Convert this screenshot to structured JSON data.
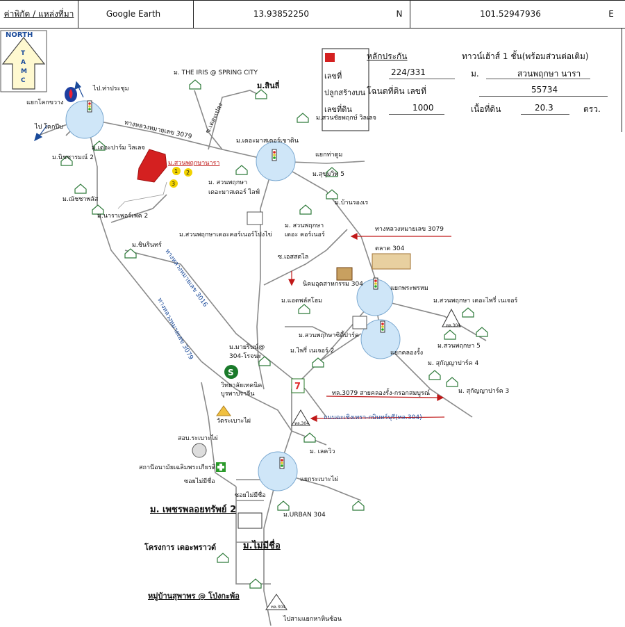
{
  "header": {
    "coord_label": "ค่าพิกัด / แหล่งที่มา",
    "source": "Google Earth",
    "lat": "13.93852250",
    "n": "N",
    "lon": "101.52947936",
    "e": "E"
  },
  "info_box": {
    "col_label": "หลักประกัน",
    "property_type": "ทาวน์เฮ้าส์ 1 ชั้น(พร้อมส่วนต่อเติม)",
    "house_no": "224/331",
    "moo_label": "ม.",
    "project": "สวนพฤกษา นารา",
    "deed_label": "โฉนดที่ดิน เลขที่",
    "deed_no": "55734",
    "land_label": "ที่ดิน",
    "land_no": "1000",
    "area_label": "เนื้อที่ดิน",
    "area_value": "20.3",
    "area_unit": "ตรว.",
    "legend_1": "เลขที่",
    "legend_2": "ปลูกสร้างบน",
    "legend_3": "เลขที่ดิน"
  },
  "north": {
    "top": "NORTH",
    "letters": [
      "T",
      "A",
      "M",
      "C"
    ]
  },
  "labels": {
    "to_tha_prachum": "ไป.ท่าประชุม",
    "yaek_khok_khwang": "แยกโคกขวาง",
    "to_khok_pip": "ไป โคกปีบ",
    "the_palm": "ม.เดอะปาร์ม วิลเลจ",
    "nitcharee": "ม.นิชชารมณ์ 2",
    "the_iris": "ม. THE IRIS @ SPRING CITY",
    "m_sinlee": "ม.สินลี่",
    "soi_deuang": "ซ.เดอะเปลง",
    "m_suan_chai": "ม.สวนชัยพฤกษ์ วิลเลจ",
    "highway_3079_top": "ทางหลวงหมายเลข 3079",
    "master_khao_din": "ม.เดอะมาสเตอร์เขาดิน",
    "suan_pruksa_nara": "ม.สวนพฤกษานารา",
    "yaek_tha_toom": "แยกท่าตูม",
    "sukhumvit5": "ม.สุขุมวิท 5",
    "ban_rong": "ม.บ้านรองเร",
    "suan_pruksa_master1": "ม. สวนพฤกษา",
    "suan_pruksa_master2": "เดอะมาสเตอร์ ไลฟ์",
    "nattha": "ม.ณัชชาพลัส",
    "naraa_2": "ม.นาราเพอร์เฟค 2",
    "suan_pruksa_corner1": "ม. สวนพฤกษา",
    "suan_pruksa_corner2": "เดอะ คอร์เนอร์",
    "suan_pruksa_corner_bp": "ม.สวนพฤกษาเดอะคอร์เนอร์โปงไข่",
    "highway_3079_right": "ทางหลวงหมายเลข 3079",
    "talad_304": "ตลาด 304",
    "m_chinnin": "ม.ชินรินทร์",
    "highway_3016": "ทางหลวงหมายเลข 3016",
    "soi_es": "ซ.เอสสตไล",
    "nikom": "นิคมอุตสาหกรรม 304",
    "yaek_phra_phrom": "แยกพระพรหม",
    "suan_pruksa_botree": "ม.สวนพฤกษา เดอะไพรี่ เนเจอร์",
    "highway_3079_left": "ทางหลวงหมายเลข 3079",
    "m_plus_home": "ม.แอดพลัสโฮม",
    "suan_pruksa_city": "ม.สวนพฤกษาซิตี้ปาร์ค",
    "suan_pruksa_5": "ม.สวนพฤกษา 5",
    "m_mayrin1": "ม.มายรินน์@",
    "m_mayrin2": "304-โรจนะ",
    "prairie_2": "ม.ไพรี่ เนเจอร์ 2",
    "yaek_khlong_rung": "แยกคลองรั้ง",
    "sukanya_4": "ม. สุกัญญาปาร์ค 4",
    "sukanya_3": "ม. สุกัญญาปาร์ค 3",
    "college1": "วิทยาลัยเทคนิค",
    "college2": "บูรพาปราจีน",
    "route_3079_bottom": "ทล.3079 สายคลองรั้ง-กรอกสมบูรณ์",
    "temple": "วัดระเบาะไผ่",
    "road_304": "ถนนฉะเชิงเทรา-กบินทร์บุรี(ทล.304)",
    "tl304_1": "ทล.304",
    "tao_rabao": "สอบ.ระเบาะไผ่",
    "m_lake_view": "ม. เลควิว",
    "health_station": "สถานีอนามัยเฉลิมพระเกียรติ",
    "soi_no_name1": "ซอยไม่มีชื่อ",
    "yaek_rabao": "แยกระเบาะไผ่",
    "soi_no_name2": "ซอยไม่มีชื่อ",
    "m_urban": "ม.URBAN 304",
    "m_phet": "ม. เพชรพลอยทรัพย์ 2",
    "project_the_pride": "โครงการ เดอะพราวด์",
    "m_no_name": "ม.ไม่มีชื่อ",
    "suphaphorn": "หมู่บ้านสุพาพร @ โป่งกะพ้อ",
    "tl304_2": "ทล.304",
    "to_hin_son": "ไปสามแยกหาหินซ้อน",
    "tl304_3": "ทล.304",
    "num1": "1",
    "num2": "2",
    "num3": "3"
  },
  "colors": {
    "road": "#8a8a8a",
    "circle_fill": "#cfe6f8",
    "circle_stroke": "#7aa8d0",
    "subject": "#d42020",
    "marker": "#f2d200",
    "arrow_red": "#c01818",
    "road_blue": "#1a4a9a"
  },
  "icons": [
    "house-icon",
    "traffic-light-icon",
    "ptt-icon",
    "seven-eleven-icon",
    "school-icon",
    "hospital-icon",
    "temple-icon",
    "highway-sign-icon"
  ]
}
